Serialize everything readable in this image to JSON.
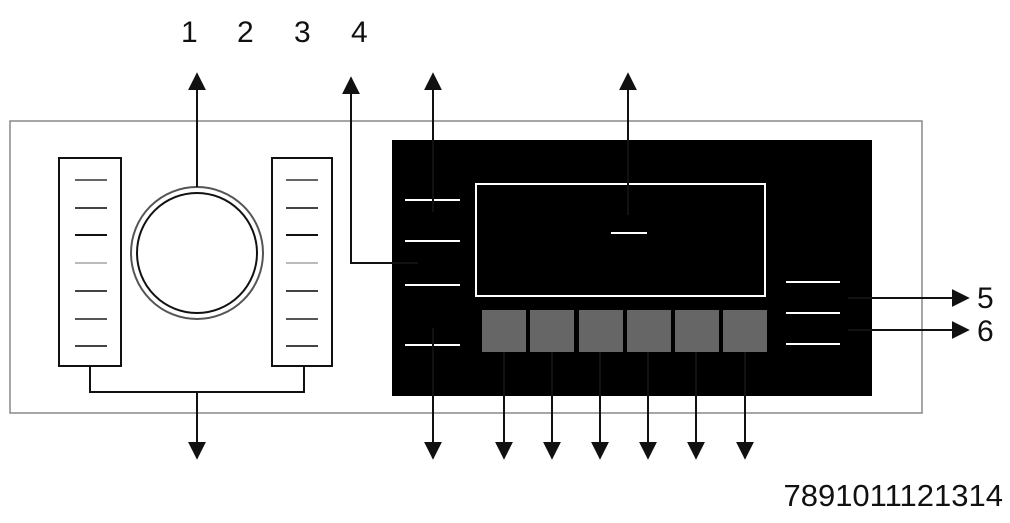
{
  "diagram": {
    "top_callouts": [
      "1",
      "2",
      "3",
      "4"
    ],
    "side_callouts": [
      "5",
      "6"
    ],
    "bottom_callouts": "7891011121314"
  },
  "colors": {
    "panel_border": "#888888",
    "display_panel": "#000000",
    "button": "#666666",
    "line": "#111111",
    "knob_ring": "#555555"
  }
}
